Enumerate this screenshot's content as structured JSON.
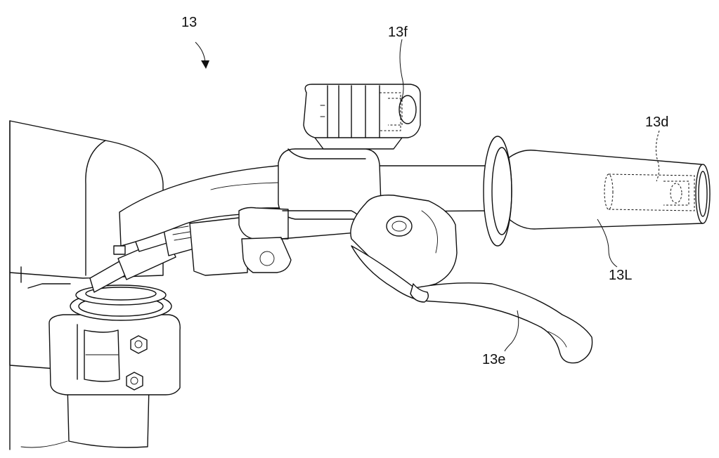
{
  "figure": {
    "reference_labels": {
      "assembly": "13",
      "switch_unit": "13f",
      "internal_part": "13d",
      "grip": "13L",
      "lever": "13e"
    }
  }
}
